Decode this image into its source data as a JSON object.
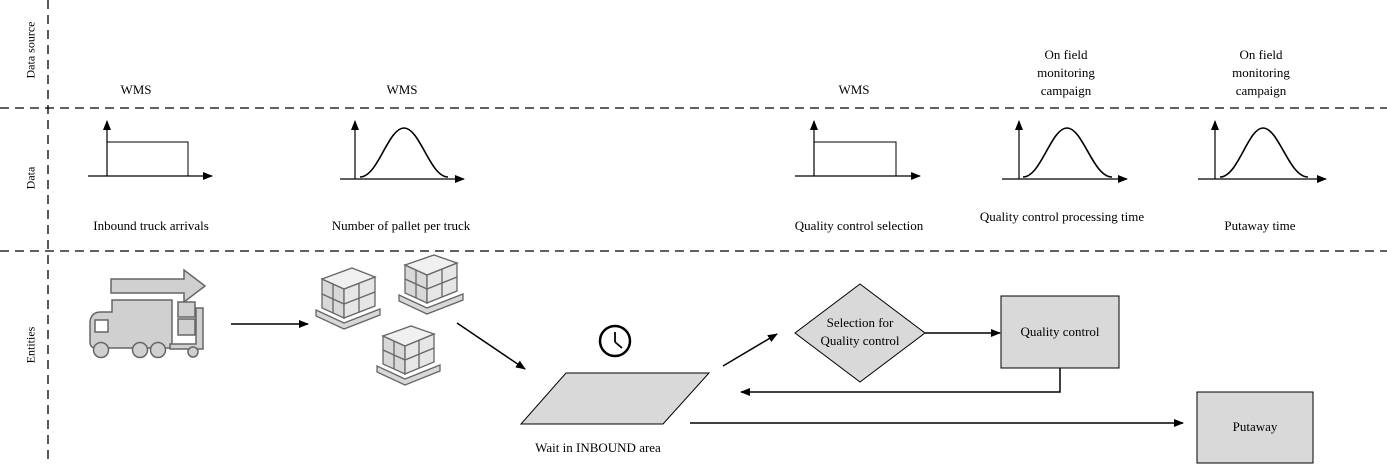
{
  "rows": {
    "data_source": "Data source",
    "data": "Data",
    "entities": "Entities"
  },
  "sources": {
    "arrivals": "WMS",
    "pallets": "WMS",
    "qc_selection": "WMS",
    "qc_processing": "On field monitoring campaign",
    "putaway": "On field monitoring campaign"
  },
  "data_items": {
    "arrivals": "Inbound truck arrivals",
    "pallets": "Number of pallet per truck",
    "qc_selection": "Quality control selection",
    "qc_processing": "Quality control processing time",
    "putaway": "Putaway time"
  },
  "entities": {
    "wait": "Wait in INBOUND area",
    "selection": "Selection for Quality control",
    "quality_control": "Quality control",
    "putaway": "Putaway"
  },
  "colors": {
    "fill": "#d9d9d9",
    "stroke": "#000000",
    "icon_fill": "#d0d0d0",
    "icon_stroke": "#666666"
  }
}
